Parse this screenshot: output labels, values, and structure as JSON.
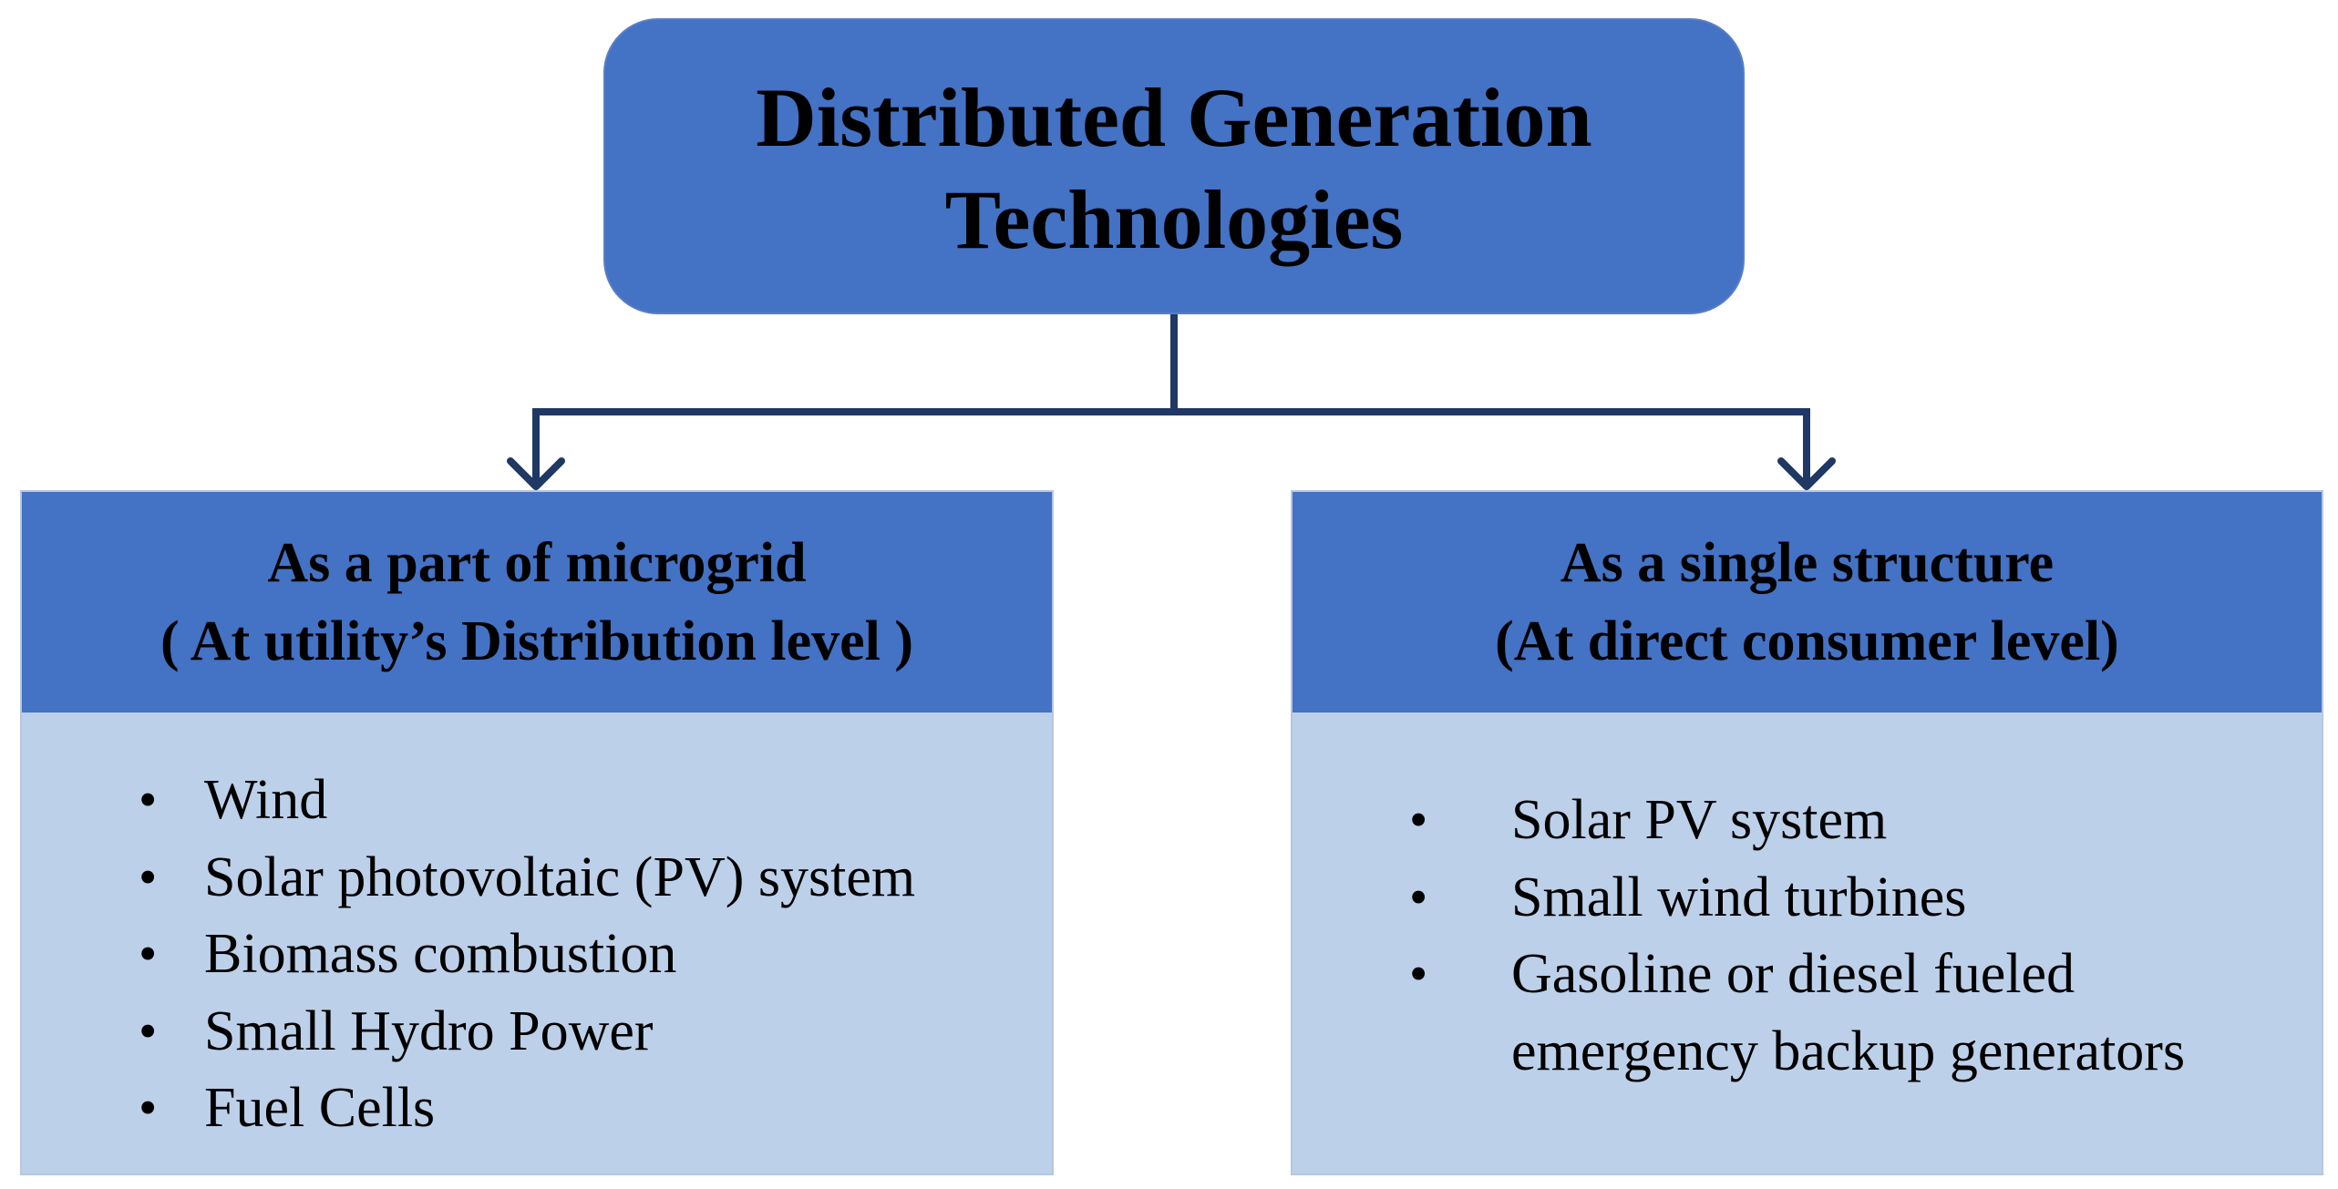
{
  "root": {
    "title_line1": "Distributed Generation",
    "title_line2": "Technologies"
  },
  "branches": [
    {
      "title_line1": "As a part of microgrid",
      "title_line2": "( At utility’s  Distribution level )",
      "items": [
        "Wind",
        "Solar photovoltaic (PV) system",
        "Biomass combustion",
        "Small Hydro Power",
        "Fuel Cells"
      ]
    },
    {
      "title_line1": "As a single structure",
      "title_line2": "(At direct consumer level)",
      "items": [
        "Solar PV system",
        "Small wind turbines",
        "Gasoline or diesel fueled",
        "emergency backup generators"
      ]
    }
  ],
  "bullet_glyph": "•",
  "colors": {
    "header_fill": "#4472c4",
    "body_fill": "#bdd0e9",
    "connector": "#1f3864"
  }
}
